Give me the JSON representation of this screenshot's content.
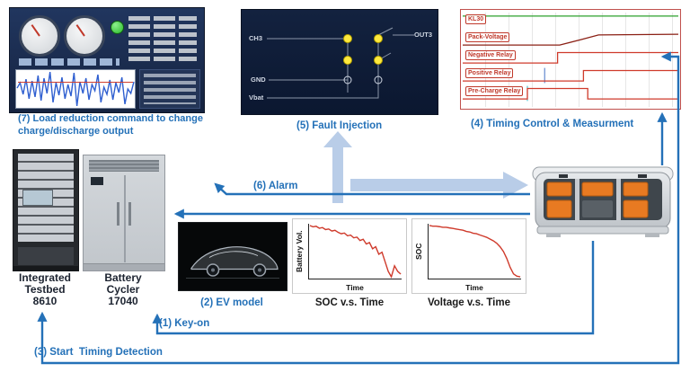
{
  "colors": {
    "caption_blue": "#2471b8",
    "arrow_blue": "#2471b8",
    "thick_arrow_blue": "#b9cde8",
    "panel_navy": "#1b2b4d",
    "circuit_navy": "#0e1c36",
    "trace_red": "#cf3a2b",
    "signal_green": "#2ca02c",
    "battery_orange": "#e87a22"
  },
  "software_panel": {
    "caption": "(7) Load reduction command to change charge/discharge output"
  },
  "fault_panel": {
    "caption": "(5) Fault Injection",
    "labels": {
      "ch3": "CH3",
      "out3": "OUT3",
      "gnd": "GND",
      "vbat": "Vbat"
    }
  },
  "timing_panel": {
    "caption": "(4) Timing Control & Measurment"
  },
  "ev_panel": {
    "caption": "(2) EV model"
  },
  "flow_labels": {
    "alarm": "(6) Alarm",
    "key_on": "(1) Key-on",
    "start_timing": "(3) Start  Timing Detection"
  },
  "equipment": {
    "testbed": {
      "name_lines": [
        "Integrated",
        "Testbed",
        "8610"
      ]
    },
    "cycler": {
      "name_lines": [
        "Battery",
        "Cycler",
        "17040"
      ]
    }
  },
  "chart_data": [
    {
      "id": "soc_time",
      "type": "line",
      "title": "SOC v.s. Time",
      "xlabel": "Time",
      "ylabel": "Battery Vol.",
      "x": [
        0,
        1,
        2,
        3,
        4,
        5,
        6,
        7,
        8,
        9,
        10,
        11,
        12,
        13,
        14,
        15,
        16,
        17,
        18,
        19,
        20,
        21,
        22,
        23,
        24,
        25,
        26,
        27,
        28,
        29
      ],
      "y": [
        97,
        95,
        96,
        93,
        94,
        91,
        92,
        89,
        90,
        87,
        85,
        86,
        82,
        83,
        79,
        80,
        75,
        77,
        70,
        72,
        63,
        66,
        55,
        58,
        44,
        30,
        22,
        38,
        30,
        26
      ],
      "color": "#cf3a2b"
    },
    {
      "id": "voltage_time",
      "type": "line",
      "title": "Voltage v.s. Time",
      "xlabel": "Time",
      "ylabel": "SOC",
      "x": [
        0,
        1,
        2,
        3,
        4,
        5,
        6,
        7,
        8,
        9,
        10,
        11,
        12,
        13,
        14,
        15,
        16,
        17,
        18,
        19,
        20,
        21,
        22,
        23,
        24,
        25,
        26,
        27
      ],
      "y": [
        96,
        95,
        95,
        94,
        93,
        93,
        92,
        91,
        90,
        89,
        88,
        86,
        85,
        83,
        82,
        80,
        78,
        76,
        73,
        70,
        66,
        60,
        52,
        40,
        25,
        14,
        10,
        9
      ],
      "color": "#cf3a2b"
    },
    {
      "id": "testbed_waveform",
      "type": "line",
      "title": "",
      "xlabel": "",
      "ylabel": "",
      "x": [
        0,
        1,
        2,
        3,
        4,
        5,
        6,
        7,
        8,
        9,
        10,
        11,
        12,
        13,
        14,
        15,
        16,
        17,
        18,
        19,
        20,
        21,
        22,
        23,
        24,
        25,
        26,
        27,
        28,
        29,
        30,
        31,
        32,
        33,
        34,
        35,
        36,
        37,
        38,
        39
      ],
      "y": [
        52,
        58,
        45,
        62,
        40,
        60,
        42,
        66,
        38,
        63,
        46,
        70,
        36,
        58,
        44,
        64,
        40,
        56,
        43,
        69,
        32,
        59,
        46,
        63,
        39,
        56,
        49,
        67,
        36,
        53,
        45,
        61,
        39,
        58,
        47,
        64,
        34,
        51,
        46,
        59
      ],
      "color": "#2f5fd0"
    },
    {
      "id": "timing",
      "type": "step-multi",
      "series": [
        {
          "label": "KL30",
          "color": "#2ca02c",
          "points": [
            [
              0,
              0.95
            ],
            [
              1,
              0.95
            ]
          ]
        },
        {
          "label": "Pack-Voltage",
          "color": "#8b2015",
          "points": [
            [
              0,
              0.05
            ],
            [
              0.45,
              0.05
            ],
            [
              0.55,
              0.5
            ],
            [
              0.63,
              0.88
            ],
            [
              1,
              0.93
            ]
          ]
        },
        {
          "label": "Negative Relay",
          "color": "#cf3a2b",
          "points": [
            [
              0,
              0.05
            ],
            [
              0.44,
              0.05
            ],
            [
              0.44,
              0.9
            ],
            [
              1,
              0.9
            ]
          ]
        },
        {
          "label": "Positive Relay",
          "color": "#cf3a2b",
          "points": [
            [
              0,
              0.05
            ],
            [
              0.56,
              0.05
            ],
            [
              0.56,
              0.9
            ],
            [
              1,
              0.9
            ]
          ],
          "tick": {
            "x": 0.38,
            "color": "#4472c4"
          }
        },
        {
          "label": "Pre-Charge Relay",
          "color": "#cf3a2b",
          "points": [
            [
              0,
              0.05
            ],
            [
              0.3,
              0.05
            ],
            [
              0.3,
              0.9
            ],
            [
              0.58,
              0.9
            ],
            [
              0.58,
              0.05
            ],
            [
              1,
              0.05
            ]
          ],
          "tick": {
            "x": 0.3,
            "color": "#2bb8c9"
          }
        }
      ]
    }
  ]
}
